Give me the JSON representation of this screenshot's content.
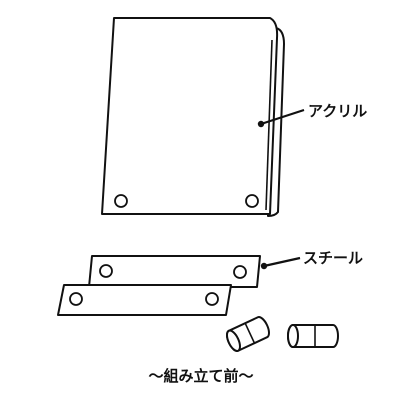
{
  "labels": {
    "acrylic": "アクリル",
    "steel": "スチール"
  },
  "caption": "〜組み立て前〜"
}
